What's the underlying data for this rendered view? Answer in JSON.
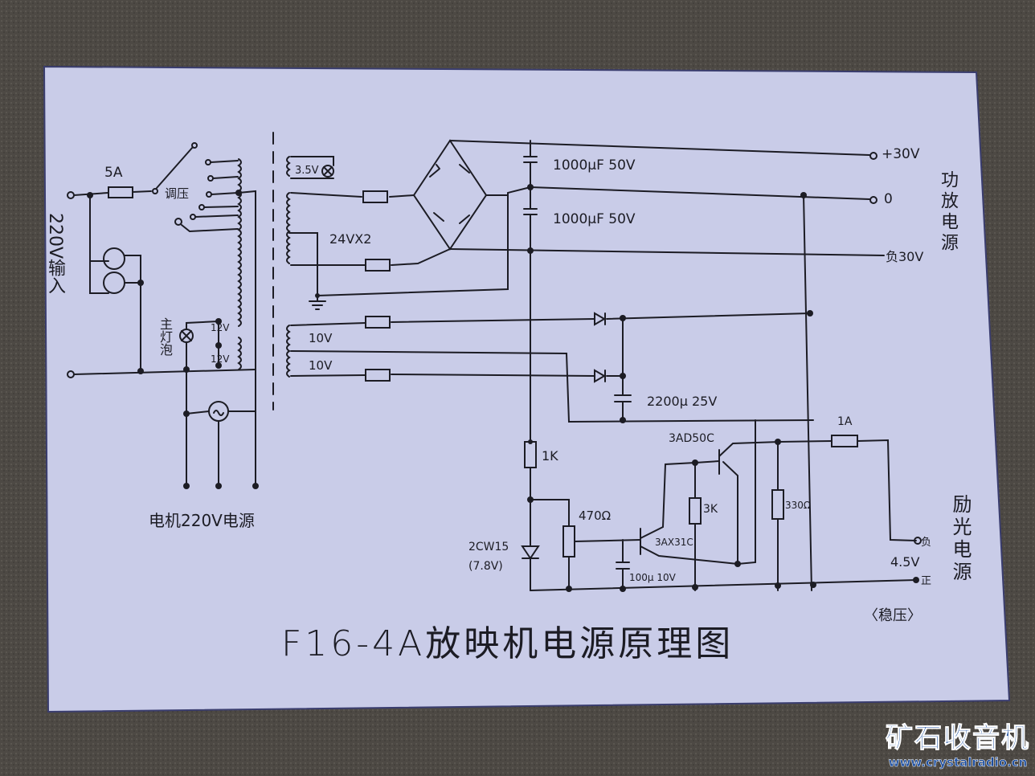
{
  "title": "F16-4A放映机电源原理图",
  "input": {
    "label": "220V输入",
    "fuse": "5A",
    "switch_label": "调压"
  },
  "lamp": {
    "main_lamp": "主灯泡",
    "tap1": "12V",
    "tap2": "12V"
  },
  "motor_supply": "电机220V电源",
  "secondary": {
    "pilot_lamp": "3.5V",
    "winding": "24VX2",
    "w1": "10V",
    "w2": "10V"
  },
  "amp_supply": {
    "label": "功放电源",
    "cap1": "1000µF 50V",
    "cap2": "1000µF 50V",
    "pos": "+30V",
    "zero": "0",
    "neg": "负30V"
  },
  "exciter": {
    "cap": "2200µ 25V",
    "fuse": "1A",
    "q1": "3AD50C",
    "q2": "3AX31C",
    "r1": "1K",
    "r3k": "3K",
    "r330": "330Ω",
    "pot": "470Ω",
    "zener": "2CW15",
    "zener_v": "(7.8V)",
    "cap_small": "100µ 10V",
    "neg": "负",
    "volt": "4.5V",
    "pos": "正",
    "label": "励光电源",
    "note": "〈稳压〉"
  },
  "watermark": {
    "name": "矿石收音机",
    "url": "www.crystalradio.cn"
  }
}
